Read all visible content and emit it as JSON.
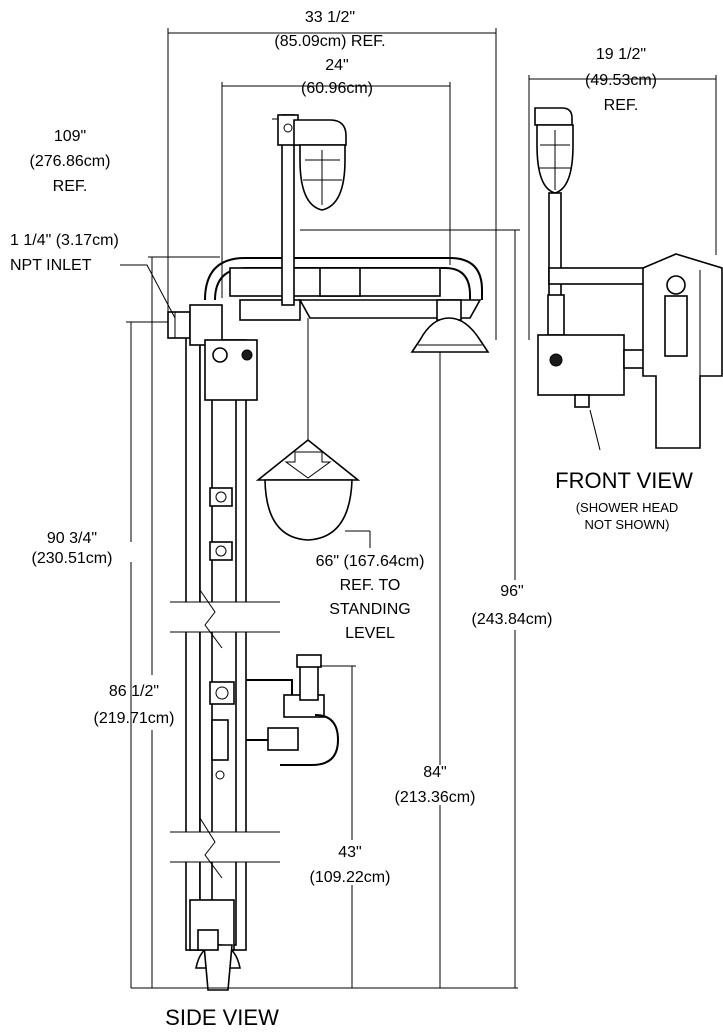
{
  "dimensions": {
    "overall_width": {
      "line1": "33 1/2\"",
      "line2": "(85.09cm) REF."
    },
    "head_reach": {
      "line1": "24\"",
      "line2": "(60.96cm)"
    },
    "front_width": {
      "line1": "19 1/2\"",
      "line2": "(49.53cm)",
      "line3": "REF."
    },
    "total_height": {
      "line1": "109\"",
      "line2": "(276.86cm)",
      "line3": "REF."
    },
    "inlet": {
      "line1": "1 1/4\" (3.17cm)",
      "line2": "NPT INLET"
    },
    "inlet_height": {
      "line1": "90 3/4\"",
      "line2": "(230.51cm)"
    },
    "pull_handle": {
      "line1": "66\" (167.64cm)",
      "line2": "REF. TO",
      "line3": "STANDING",
      "line4": "LEVEL"
    },
    "overall_height": {
      "line1": "96\"",
      "line2": "(243.84cm)"
    },
    "lower_height": {
      "line1": "86 1/2\"",
      "line2": "(219.71cm)"
    },
    "shower_height": {
      "line1": "84\"",
      "line2": "(213.36cm)"
    },
    "eyewash_height": {
      "line1": "43\"",
      "line2": "(109.22cm)"
    }
  },
  "views": {
    "front": {
      "title": "FRONT VIEW",
      "note_line1": "(SHOWER HEAD",
      "note_line2": "NOT SHOWN)"
    },
    "side": {
      "title": "SIDE VIEW"
    }
  }
}
